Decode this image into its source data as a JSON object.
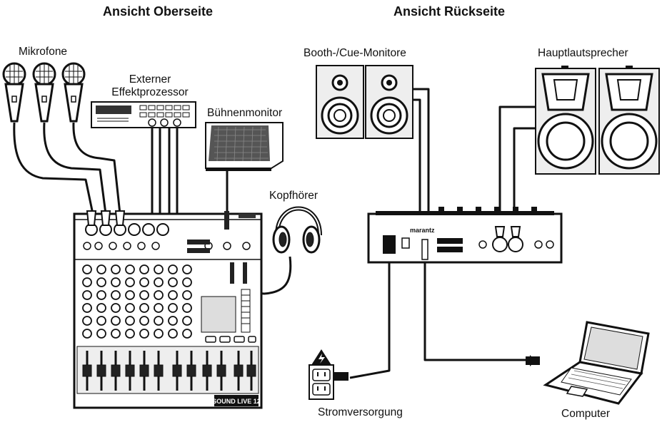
{
  "headings": {
    "top_view": "Ansicht Oberseite",
    "rear_view": "Ansicht Rückseite"
  },
  "labels": {
    "microphones": "Mikrofone",
    "fx_line1": "Externer",
    "fx_line2": "Effektprozessor",
    "stage_monitor": "Bühnenmonitor",
    "headphones": "Kopfhörer",
    "booth_monitors": "Booth-/Cue-Monitore",
    "main_speakers": "Hauptlautsprecher",
    "power": "Stromversorgung",
    "computer": "Computer"
  },
  "device": {
    "model": "SOUND LIVE 12",
    "brand": "marantz"
  }
}
